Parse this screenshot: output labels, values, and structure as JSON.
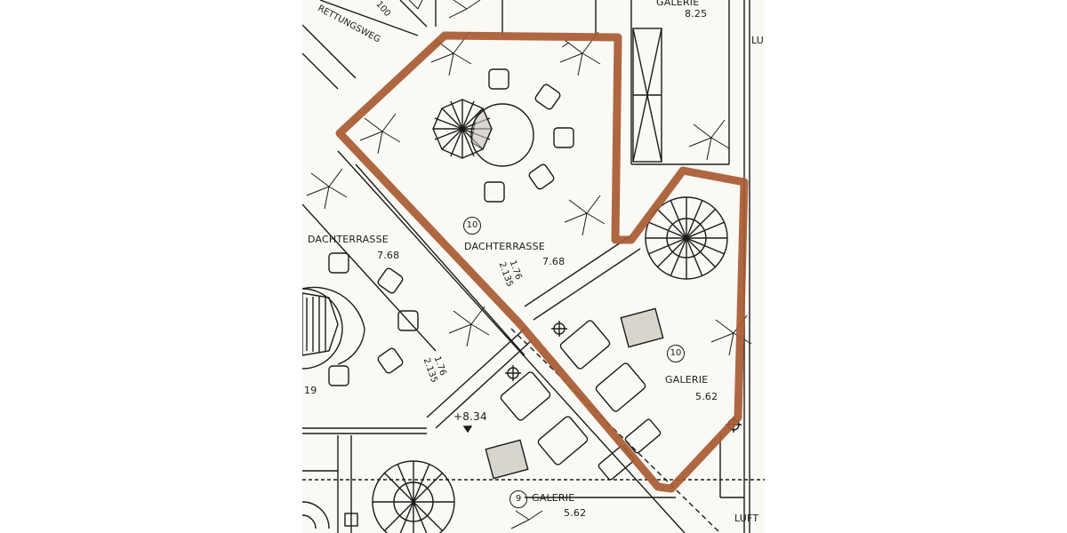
{
  "labels": {
    "top_path": "RETTUNGSWEG",
    "top_num": "100",
    "galerie_top": "GALERIE",
    "galerie_top_level": "8.25",
    "luft_top": "LU",
    "room10_num": "10",
    "room10_name": "DACHTERRASSE",
    "room10_level": "7.68",
    "room10_frac_top": "1.76",
    "room10_frac_bottom": "2.135",
    "left_room_name": "DACHTERRASSE",
    "left_room_level": "7.68",
    "left_frac_top": "1.76",
    "left_frac_bottom": "2.135",
    "left_room_num": "19",
    "galerie10_num": "10",
    "galerie10_name": "GALERIE",
    "galerie10_level": "5.62",
    "level_mark": "+8.34",
    "galerie9_num": "9",
    "galerie9_name": "GALERIE",
    "galerie9_level": "5.62",
    "luft_bottom": "LUFT"
  },
  "colors": {
    "outline": "#a85a32",
    "ink": "#1b1b1b",
    "paper": "#faf9f4"
  }
}
